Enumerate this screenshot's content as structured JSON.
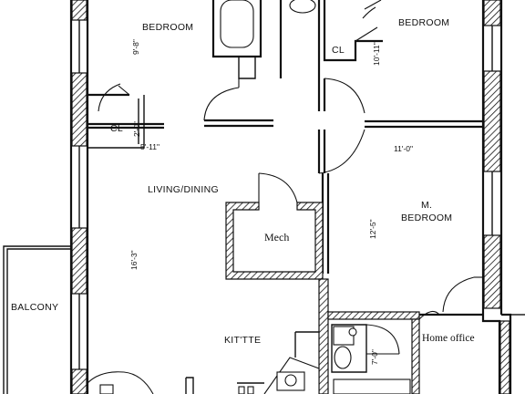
{
  "rooms": {
    "bedroom_left": "BEDROOM",
    "bedroom_right": "BEDROOM",
    "closet_left": "CL",
    "closet_right": "CL",
    "living_dining": "LIVING/DINING",
    "mech": "Mech",
    "master_bedroom_line1": "M.",
    "master_bedroom_line2": "BEDROOM",
    "balcony": "BALCONY",
    "kitchen": "KIT'TTE",
    "home_office": "Home office"
  },
  "dimensions": {
    "bedroom_left_depth": "9'-8\"",
    "bedroom_right_depth": "10'-11\"",
    "closet_depth": "2'-0\"",
    "closet_width": "5'-11\"",
    "master_width": "11'-0\"",
    "master_depth": "12'-5\"",
    "living_depth": "16'-3\"",
    "bath_depth": "7'-0\""
  }
}
